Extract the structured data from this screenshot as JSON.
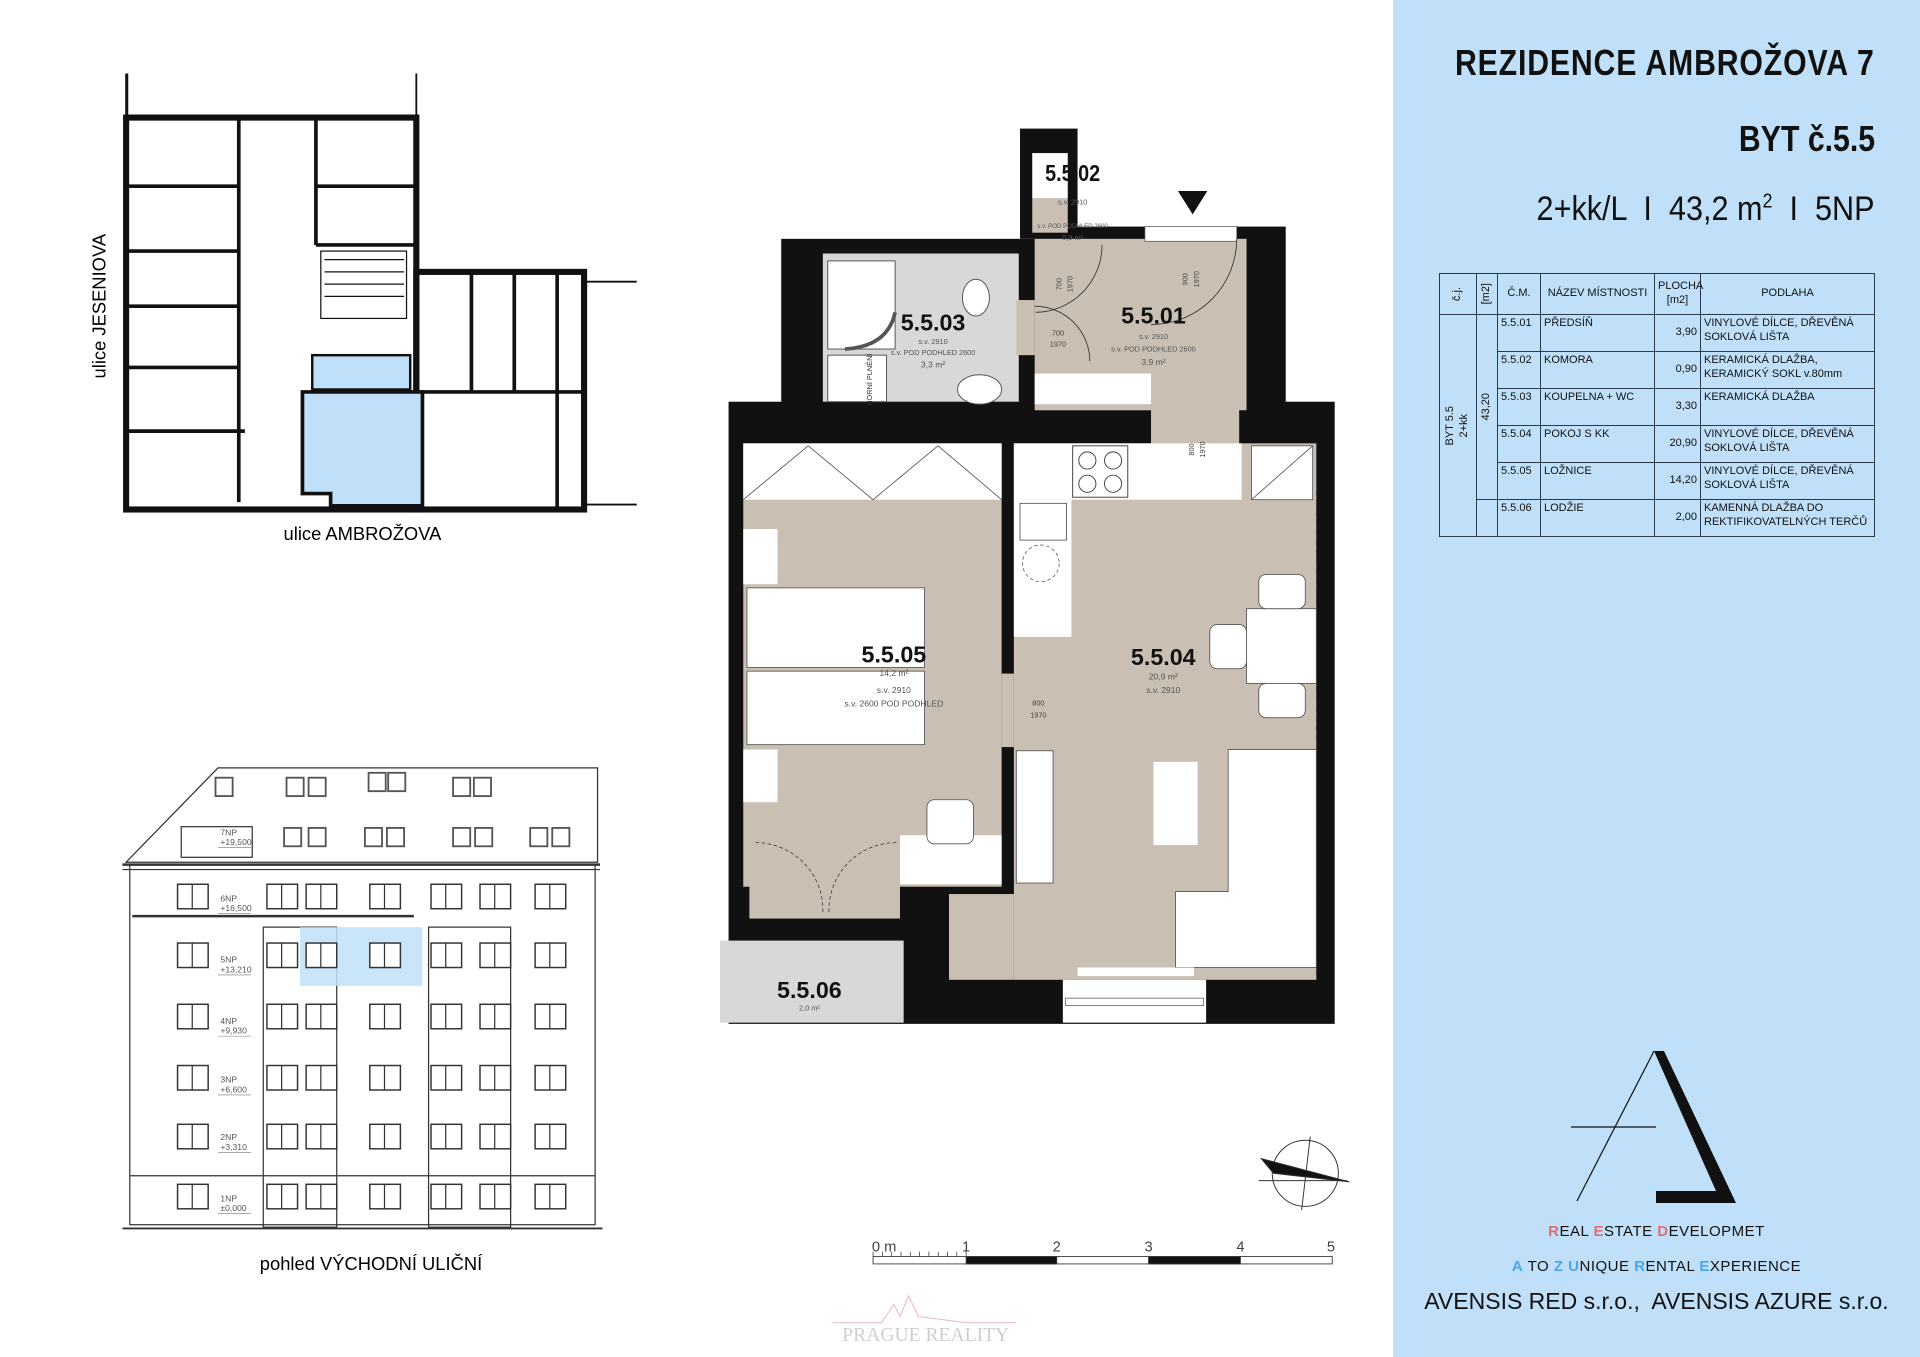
{
  "header": {
    "title": "REZIDENCE  AMBROŽOVA  7",
    "unit": "BYT č.5.5",
    "summary_prefix": "2+kk/L  I  43,2 m",
    "summary_sup": "2",
    "summary_suffix": "  I  5NP"
  },
  "room_table": {
    "headers": [
      "č.j.",
      "[m2]",
      "Č.M.",
      "NÁZEV MÍSTNOSTI",
      "PLOCHA [m2]",
      "PODLAHA"
    ],
    "unit_label": "BYT 5.5",
    "unit_type": "2+kk",
    "unit_area": "43,20",
    "rows": [
      {
        "id": "5.5.01",
        "name": "PŘEDSÍŇ",
        "area": "3,90",
        "floor": "VINYLOVÉ DÍLCE, DŘEVĚNÁ SOKLOVÁ LIŠTA"
      },
      {
        "id": "5.5.02",
        "name": "KOMORA",
        "area": "0,90",
        "floor": "KERAMICKÁ DLAŽBA, KERAMICKÝ SOKL v.80mm"
      },
      {
        "id": "5.5.03",
        "name": "KOUPELNA + WC",
        "area": "3,30",
        "floor": "KERAMICKÁ DLAŽBA"
      },
      {
        "id": "5.5.04",
        "name": "POKOJ S KK",
        "area": "20,90",
        "floor": "VINYLOVÉ DÍLCE, DŘEVĚNÁ SOKLOVÁ LIŠTA"
      },
      {
        "id": "5.5.05",
        "name": "LOŽNICE",
        "area": "14,20",
        "floor": "VINYLOVÉ DÍLCE, DŘEVĚNÁ SOKLOVÁ LIŠTA"
      },
      {
        "id": "5.5.06",
        "name": "LODŽIE",
        "area": "2,00",
        "floor": "KAMENNÁ DLAŽBA DO REKTIFIKOVATELNÝCH TERČŮ"
      }
    ]
  },
  "plan": {
    "rooms": {
      "r01": {
        "label": "5.5.01",
        "sv": "s.v. 2910",
        "sv2": "s.v. POD PODHLED 2600",
        "area": "3,9 m²"
      },
      "r02": {
        "label": "5.5.02",
        "sv": "s.v. 2910",
        "sv2": "s.v. POD PODHLED 2600",
        "area": "0,9 m²"
      },
      "r03": {
        "label": "5.5.03",
        "sv": "s.v. 2910",
        "sv2": "s.v. POD PODHLED 2600",
        "area": "3,3 m²",
        "note": "HORNÍ PLNĚNÍ"
      },
      "r04": {
        "label": "5.5.04",
        "area": "20,9 m²",
        "sv": "s.v. 2910"
      },
      "r05": {
        "label": "5.5.05",
        "area": "14,2 m²",
        "sv": "s.v. 2910",
        "sv2": "s.v. 2600 POD PODHLED"
      },
      "r06": {
        "label": "5.5.06",
        "area": "2,0 m²"
      }
    },
    "doors": [
      {
        "w": "700",
        "h": "1970"
      },
      {
        "w": "900",
        "h": "1970"
      },
      {
        "w": "700",
        "h": "1970"
      },
      {
        "w": "800",
        "h": "1970"
      },
      {
        "w": "800",
        "h": "1970"
      }
    ],
    "scale": {
      "labels": [
        "0 m",
        "1",
        "2",
        "3",
        "4",
        "5"
      ]
    }
  },
  "key_plan": {
    "street_west": "ulice JESENIOVA",
    "street_south": "ulice AMBROŽOVA",
    "highlight_color": "#bfe0f8"
  },
  "elevation": {
    "title": "pohled VÝCHODNÍ ULIČNÍ",
    "levels": [
      {
        "name": "7NP",
        "height": "+19,500"
      },
      {
        "name": "6NP",
        "height": "+16,500"
      },
      {
        "name": "5NP",
        "height": "+13,210"
      },
      {
        "name": "4NP",
        "height": "+9,930"
      },
      {
        "name": "3NP",
        "height": "+6,600"
      },
      {
        "name": "2NP",
        "height": "+3,310"
      },
      {
        "name": "1NP",
        "height": "±0,000"
      }
    ]
  },
  "logo": {
    "line1": [
      "R",
      "EAL ",
      "E",
      "STATE ",
      "D",
      "EVELOPMET"
    ],
    "line2": [
      "A",
      " TO ",
      "Z",
      " ",
      "U",
      "NIQUE ",
      "R",
      "ENTAL ",
      "E",
      "XPERIENCE"
    ],
    "companies": "AVENSIS RED s.r.o.,  AVENSIS AZURE s.r.o."
  },
  "watermark": "PRAGUE REALITY",
  "colors": {
    "sidebar": "#bfe0f8",
    "floor": "#c9bfb3",
    "tile": "#d8d8d8",
    "accent_red": "#e26d77",
    "accent_blue": "#4aa6e6"
  }
}
